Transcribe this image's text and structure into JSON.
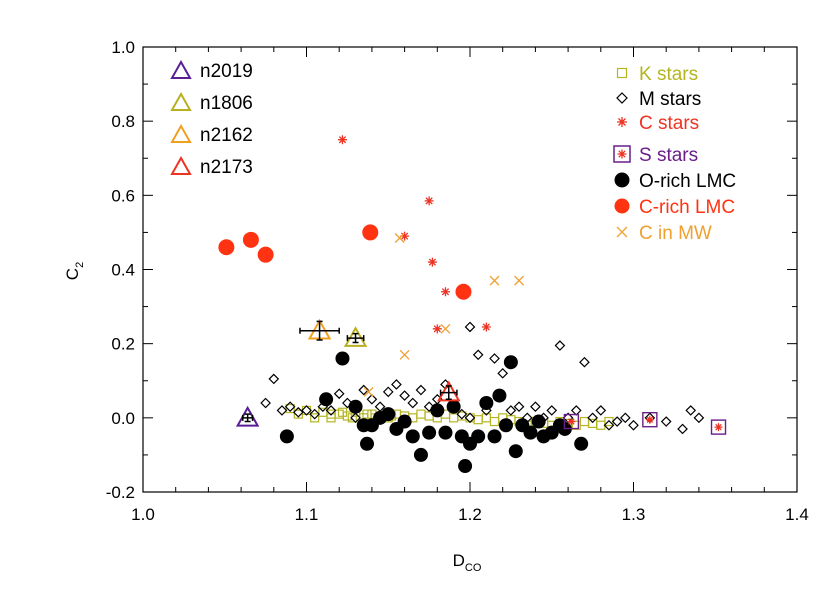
{
  "chart_data": {
    "type": "scatter",
    "xlabel_main": "D",
    "xlabel_sub": "CO",
    "ylabel_main": "C",
    "ylabel_sub": "2",
    "xlim": [
      1.0,
      1.4
    ],
    "ylim": [
      -0.2,
      1.0
    ],
    "xticks": [
      1.0,
      1.1,
      1.2,
      1.3,
      1.4
    ],
    "xtick_labels": [
      "1.0",
      "1.1",
      "1.2",
      "1.3",
      "1.4"
    ],
    "yticks": [
      -0.2,
      0.0,
      0.2,
      0.4,
      0.6,
      0.8,
      1.0
    ],
    "ytick_labels": [
      "-0.2",
      "0.0",
      "0.2",
      "0.4",
      "0.6",
      "0.8",
      "1.0"
    ],
    "colors": {
      "axis": "#000000",
      "k_stars": "#b5b522",
      "m_stars": "#000000",
      "c_stars": "#ee3322",
      "s_stars": "#6a1e8a",
      "o_rich": "#000000",
      "c_rich": "#ff3311",
      "c_mw": "#f0a030",
      "n2019": "#5a1e96",
      "n1806": "#b8b020",
      "n2162": "#f0a020",
      "n2173": "#ee3322"
    },
    "legend_left": [
      {
        "key": "n2019",
        "label": "n2019",
        "color": "#5a1e96"
      },
      {
        "key": "n1806",
        "label": "n1806",
        "color": "#b8b020"
      },
      {
        "key": "n2162",
        "label": "n2162",
        "color": "#f0a020"
      },
      {
        "key": "n2173",
        "label": "n2173",
        "color": "#ee3322"
      }
    ],
    "legend_right": [
      {
        "key": "k_stars",
        "label": "K stars",
        "marker": "square",
        "color": "#b5b522"
      },
      {
        "key": "m_stars",
        "label": "M stars",
        "marker": "diamond",
        "color": "#000000"
      },
      {
        "key": "c_stars",
        "label": "C stars",
        "marker": "asterisk",
        "color": "#ee3322"
      },
      {
        "key": "s_stars",
        "label": "S stars",
        "marker": "boxed-asterisk",
        "color": "#6a1e8a"
      },
      {
        "key": "o_rich",
        "label": "O-rich LMC",
        "marker": "circle",
        "color": "#000000"
      },
      {
        "key": "c_rich",
        "label": "C-rich LMC",
        "marker": "circle",
        "color": "#ff3311"
      },
      {
        "key": "c_mw",
        "label": "C in MW",
        "marker": "cross",
        "color": "#f0a030"
      }
    ],
    "series": [
      {
        "key": "k_stars",
        "points": [
          [
            1.09,
            0.025
          ],
          [
            1.095,
            0.01
          ],
          [
            1.1,
            0.02
          ],
          [
            1.105,
            0.0
          ],
          [
            1.11,
            0.015
          ],
          [
            1.115,
            0.0
          ],
          [
            1.12,
            0.01
          ],
          [
            1.125,
            0.005
          ],
          [
            1.13,
            0.015
          ],
          [
            1.135,
            0.0
          ],
          [
            1.14,
            0.01
          ],
          [
            1.145,
            0.005
          ],
          [
            1.15,
            0.0
          ],
          [
            1.155,
            0.01
          ],
          [
            1.16,
            0.005
          ],
          [
            1.165,
            0.0
          ],
          [
            1.17,
            0.01
          ],
          [
            1.175,
            0.005
          ],
          [
            1.18,
            0.0
          ],
          [
            1.185,
            0.01
          ],
          [
            1.19,
            0.0
          ],
          [
            1.195,
            0.005
          ],
          [
            1.2,
            0.0
          ],
          [
            1.205,
            -0.005
          ],
          [
            1.21,
            0.0
          ],
          [
            1.215,
            -0.01
          ],
          [
            1.22,
            0.0
          ],
          [
            1.225,
            -0.005
          ],
          [
            1.23,
            -0.01
          ],
          [
            1.235,
            -0.02
          ],
          [
            1.24,
            -0.01
          ],
          [
            1.245,
            -0.015
          ],
          [
            1.25,
            -0.02
          ],
          [
            1.255,
            -0.01
          ],
          [
            1.26,
            -0.015
          ],
          [
            1.265,
            -0.02
          ],
          [
            1.27,
            -0.01
          ],
          [
            1.275,
            -0.015
          ],
          [
            1.28,
            -0.02
          ],
          [
            1.285,
            -0.01
          ],
          [
            1.115,
            0.01
          ],
          [
            1.122,
            0.015
          ],
          [
            1.128,
            0.0
          ],
          [
            1.137,
            0.01
          ],
          [
            1.142,
            0.0
          ],
          [
            1.152,
            0.005
          ]
        ]
      },
      {
        "key": "m_stars",
        "points": [
          [
            1.075,
            0.04
          ],
          [
            1.08,
            0.105
          ],
          [
            1.085,
            0.02
          ],
          [
            1.09,
            0.03
          ],
          [
            1.095,
            0.015
          ],
          [
            1.1,
            0.02
          ],
          [
            1.105,
            0.01
          ],
          [
            1.11,
            0.03
          ],
          [
            1.115,
            0.02
          ],
          [
            1.12,
            0.065
          ],
          [
            1.125,
            0.04
          ],
          [
            1.13,
            0.0
          ],
          [
            1.135,
            0.075
          ],
          [
            1.14,
            0.05
          ],
          [
            1.145,
            0.03
          ],
          [
            1.15,
            0.07
          ],
          [
            1.155,
            0.09
          ],
          [
            1.16,
            0.06
          ],
          [
            1.165,
            0.04
          ],
          [
            1.17,
            0.075
          ],
          [
            1.175,
            0.03
          ],
          [
            1.18,
            0.05
          ],
          [
            1.185,
            0.09
          ],
          [
            1.19,
            0.03
          ],
          [
            1.195,
            0.01
          ],
          [
            1.2,
            0.245
          ],
          [
            1.2,
            0.0
          ],
          [
            1.205,
            0.17
          ],
          [
            1.21,
            0.02
          ],
          [
            1.215,
            0.16
          ],
          [
            1.22,
            0.12
          ],
          [
            1.225,
            0.02
          ],
          [
            1.23,
            0.03
          ],
          [
            1.235,
            0.0
          ],
          [
            1.24,
            0.03
          ],
          [
            1.245,
            0.0
          ],
          [
            1.25,
            0.02
          ],
          [
            1.255,
            0.195
          ],
          [
            1.26,
            0.0
          ],
          [
            1.265,
            0.02
          ],
          [
            1.27,
            0.15
          ],
          [
            1.275,
            0.0
          ],
          [
            1.28,
            0.02
          ],
          [
            1.285,
            -0.02
          ],
          [
            1.29,
            -0.01
          ],
          [
            1.295,
            0.0
          ],
          [
            1.3,
            -0.02
          ],
          [
            1.31,
            0.0
          ],
          [
            1.32,
            -0.01
          ],
          [
            1.33,
            -0.03
          ],
          [
            1.335,
            0.02
          ],
          [
            1.34,
            0.0
          ]
        ]
      },
      {
        "key": "c_stars",
        "points": [
          [
            1.122,
            0.75
          ],
          [
            1.16,
            0.49
          ],
          [
            1.175,
            0.585
          ],
          [
            1.177,
            0.42
          ],
          [
            1.18,
            0.24
          ],
          [
            1.185,
            0.34
          ],
          [
            1.21,
            0.245
          ]
        ]
      },
      {
        "key": "s_stars",
        "points": [
          [
            1.262,
            -0.01
          ],
          [
            1.31,
            -0.005
          ],
          [
            1.352,
            -0.025
          ]
        ]
      },
      {
        "key": "o_rich",
        "points": [
          [
            1.088,
            -0.05
          ],
          [
            1.112,
            0.05
          ],
          [
            1.122,
            0.16
          ],
          [
            1.13,
            0.03
          ],
          [
            1.135,
            -0.02
          ],
          [
            1.137,
            -0.07
          ],
          [
            1.14,
            -0.02
          ],
          [
            1.145,
            0.0
          ],
          [
            1.15,
            0.01
          ],
          [
            1.155,
            -0.03
          ],
          [
            1.16,
            -0.01
          ],
          [
            1.165,
            -0.05
          ],
          [
            1.17,
            -0.1
          ],
          [
            1.175,
            -0.04
          ],
          [
            1.18,
            0.02
          ],
          [
            1.185,
            -0.04
          ],
          [
            1.19,
            0.03
          ],
          [
            1.195,
            -0.05
          ],
          [
            1.197,
            -0.13
          ],
          [
            1.2,
            -0.07
          ],
          [
            1.205,
            -0.05
          ],
          [
            1.21,
            0.04
          ],
          [
            1.215,
            -0.05
          ],
          [
            1.218,
            0.06
          ],
          [
            1.222,
            -0.02
          ],
          [
            1.225,
            0.15
          ],
          [
            1.228,
            -0.09
          ],
          [
            1.232,
            -0.02
          ],
          [
            1.237,
            -0.04
          ],
          [
            1.242,
            -0.01
          ],
          [
            1.245,
            -0.05
          ],
          [
            1.25,
            -0.04
          ],
          [
            1.255,
            -0.02
          ],
          [
            1.258,
            -0.03
          ],
          [
            1.268,
            -0.07
          ]
        ]
      },
      {
        "key": "c_rich",
        "points": [
          [
            1.051,
            0.46
          ],
          [
            1.066,
            0.48
          ],
          [
            1.075,
            0.44
          ],
          [
            1.139,
            0.5
          ],
          [
            1.196,
            0.34
          ]
        ]
      },
      {
        "key": "c_mw",
        "points": [
          [
            1.138,
            0.07
          ],
          [
            1.157,
            0.485
          ],
          [
            1.16,
            0.17
          ],
          [
            1.185,
            0.24
          ],
          [
            1.215,
            0.37
          ],
          [
            1.23,
            0.37
          ]
        ]
      }
    ],
    "clusters": [
      {
        "key": "n2019",
        "x": 1.064,
        "y": 0.0,
        "xerr": 0.003,
        "yerr": 0.01
      },
      {
        "key": "n1806",
        "x": 1.13,
        "y": 0.215,
        "xerr": 0.005,
        "yerr": 0.012
      },
      {
        "key": "n2162",
        "x": 1.108,
        "y": 0.235,
        "xerr": 0.012,
        "yerr": 0.025
      },
      {
        "key": "n2173",
        "x": 1.187,
        "y": 0.068,
        "xerr": 0.005,
        "yerr": 0.018
      }
    ]
  }
}
